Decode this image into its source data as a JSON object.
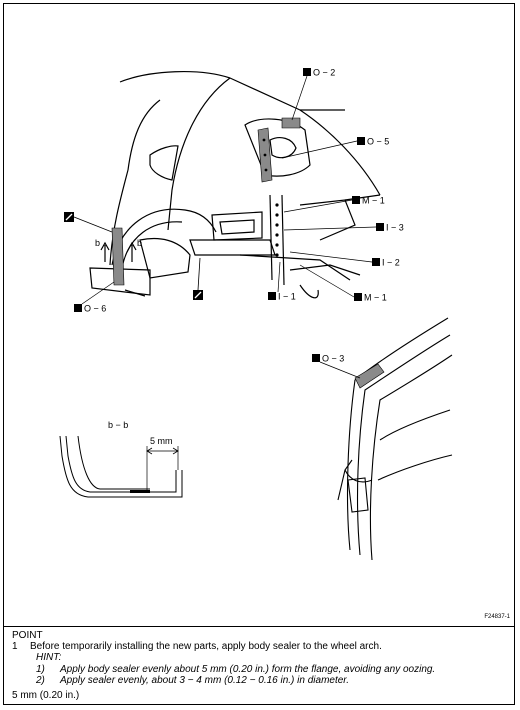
{
  "figure_id": "F24837-1",
  "callouts": {
    "o2": "O − 2",
    "o5": "O − 5",
    "o6": "O − 6",
    "o3": "O − 3",
    "m1a": "M − 1",
    "m1b": "M − 1",
    "i3": "I − 3",
    "i2": "I − 2",
    "i1": "I − 1"
  },
  "section": {
    "title": "b − b",
    "dimension": "5 mm",
    "cut_left": "b",
    "cut_right": "b"
  },
  "instructions": {
    "heading": "POINT",
    "step1_num": "1",
    "step1_text": "Before temporarily installing the new parts, apply body sealer to the wheel arch.",
    "hint_label": "HINT:",
    "hints": [
      {
        "num": "1)",
        "text": "Apply body sealer evenly about 5 mm (0.20 in.) form the flange, avoiding any oozing."
      },
      {
        "num": "2)",
        "text": "Apply sealer evenly, about 3 − 4 mm (0.12 − 0.16 in.) in diameter."
      }
    ]
  },
  "footer_note": "5 mm (0.20 in.)"
}
